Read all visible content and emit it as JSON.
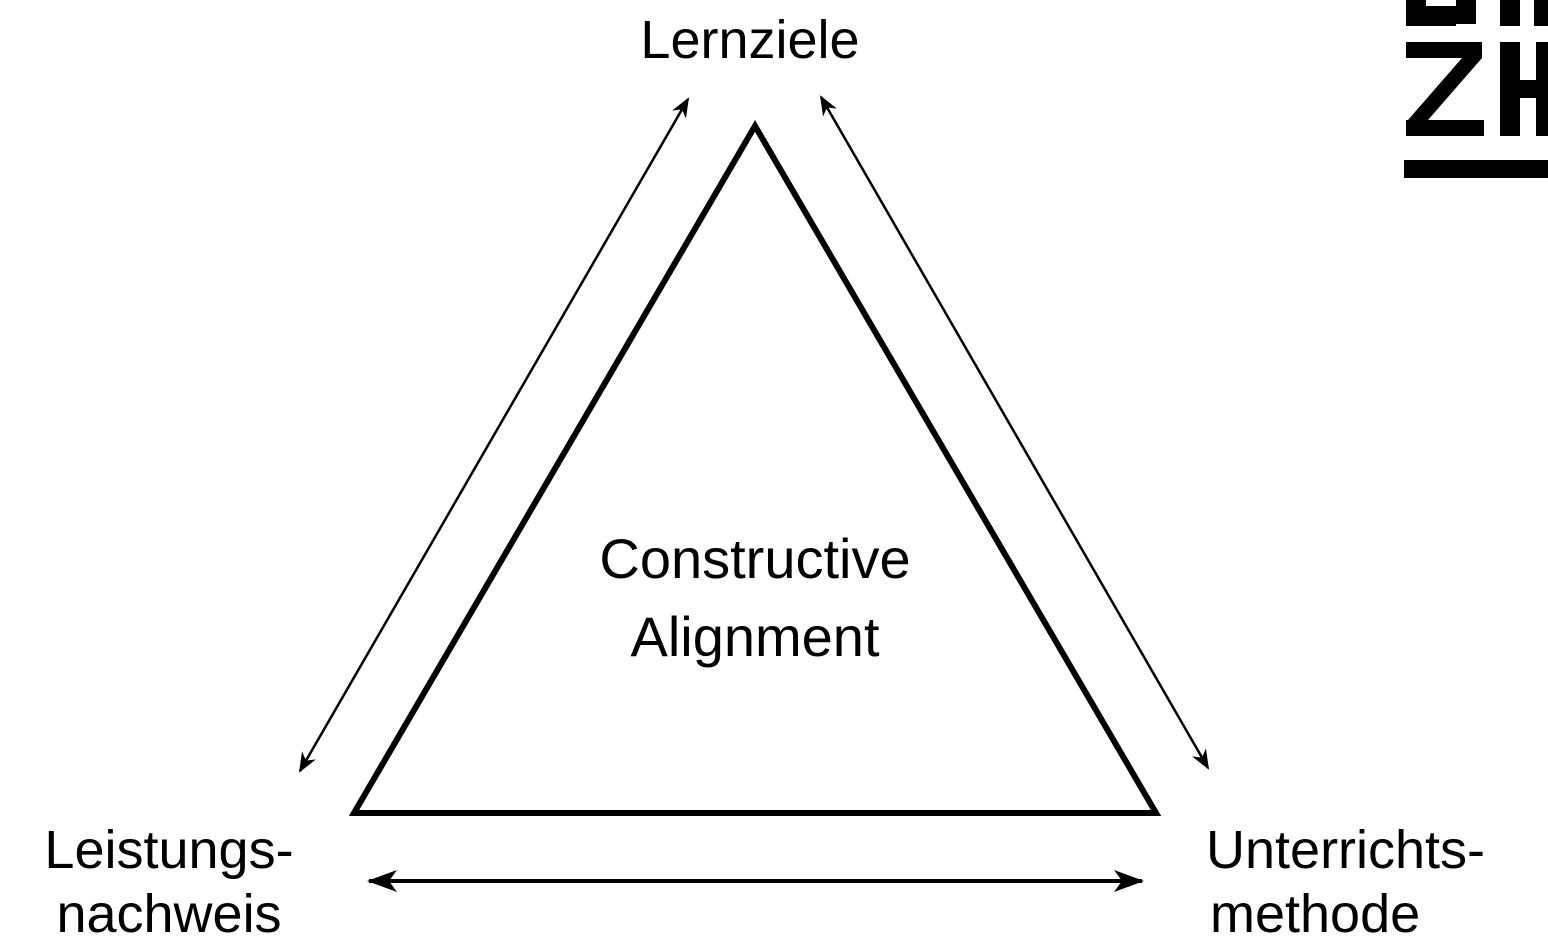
{
  "diagram": {
    "center": {
      "line1": "Constructive",
      "line2": "Alignment"
    },
    "top_node": {
      "label": "Lernziele"
    },
    "left_node": {
      "line1": "Leistungs-",
      "line2": "nachweis"
    },
    "right_node": {
      "line1": "Unterrichts-",
      "line2": "methode"
    },
    "edges": [
      {
        "from": "left_node",
        "to": "top_node",
        "direction": "bidirectional"
      },
      {
        "from": "top_node",
        "to": "right_node",
        "direction": "bidirectional"
      },
      {
        "from": "left_node",
        "to": "right_node",
        "direction": "bidirectional"
      }
    ]
  },
  "logo": {
    "text": "PH ZH",
    "color": "#000000"
  }
}
